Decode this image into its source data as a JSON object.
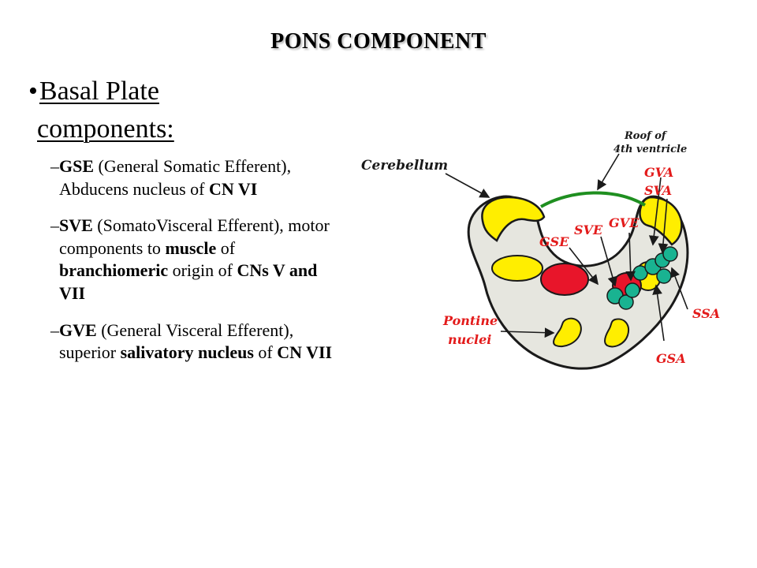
{
  "title": "PONS COMPONENT",
  "bullet": {
    "marker": "•",
    "line1": "Basal Plate",
    "line2": "components:"
  },
  "items": [
    {
      "dash": "–",
      "parts": [
        {
          "text": "GSE",
          "bold": true
        },
        {
          "text": " (General Somatic Efferent), Abducens nucleus of ",
          "bold": false
        },
        {
          "text": "CN VI",
          "bold": true
        }
      ]
    },
    {
      "dash": "–",
      "parts": [
        {
          "text": "SVE",
          "bold": true
        },
        {
          "text": " (SomatoVisceral Efferent), motor components to ",
          "bold": false
        },
        {
          "text": "muscle",
          "bold": true
        },
        {
          "text": " of ",
          "bold": false
        },
        {
          "text": "branchiomeric",
          "bold": true
        },
        {
          "text": " origin of ",
          "bold": false
        },
        {
          "text": "CNs V and VII",
          "bold": true
        }
      ]
    },
    {
      "dash": "–",
      "parts": [
        {
          "text": "GVE",
          "bold": true
        },
        {
          "text": " (General Visceral Efferent), superior ",
          "bold": false
        },
        {
          "text": "salivatory nucleus",
          "bold": true
        },
        {
          "text": " of ",
          "bold": false
        },
        {
          "text": "CN VII",
          "bold": true
        }
      ]
    }
  ],
  "diagram": {
    "labels": {
      "roof": "Roof of",
      "roof2": "4th ventricle",
      "cerebellum": "Cerebellum",
      "gva": "GVA",
      "sva": "SVA",
      "gse": "GSE",
      "sve": "SVE",
      "gve": "GVE",
      "ssa": "SSA",
      "pontine": "Pontine",
      "nuclei": "nuclei",
      "gsa": "GSA"
    },
    "colors": {
      "outline": "#1a1a1a",
      "pons_fill": "#e6e6df",
      "yellow": "#ffee00",
      "red": "#e8152a",
      "teal": "#19b391",
      "green_line": "#1f8f20",
      "label_red": "#e31b1b"
    }
  }
}
